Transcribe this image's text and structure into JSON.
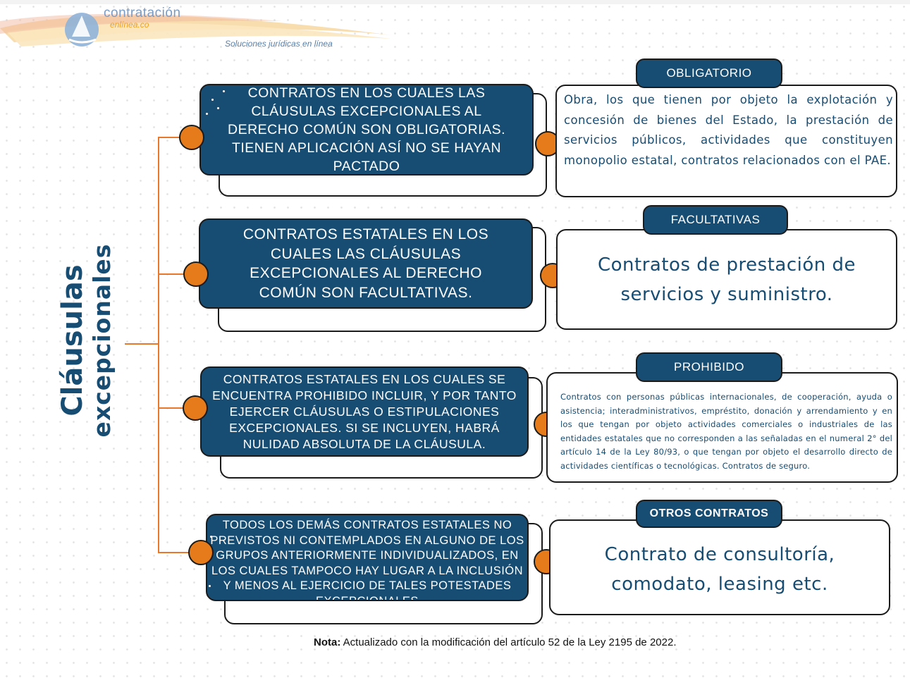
{
  "logo": {
    "name": "contratación",
    "sub": "enlínea.co",
    "tagline": "Soluciones jurídicas en línea"
  },
  "title": {
    "line1": "Cláusulas",
    "line2": "excepcionales"
  },
  "rows": [
    {
      "left_text": "CONTRATOS EN LOS CUALES LAS CLÁUSULAS EXCEPCIONALES AL DERECHO COMÚN SON OBLIGATORIAS. TIENEN APLICACIÓN ASÍ NO SE HAYAN PACTADO",
      "tag": "OBLIGATORIO",
      "right_text": "Obra, los que tienen por objeto la explotación y concesión de bienes del Estado, la prestación de servicios públicos, actividades que constituyen monopolio estatal, contratos relacionados con el PAE."
    },
    {
      "left_text": "CONTRATOS ESTATALES EN LOS CUALES LAS CLÁUSULAS EXCEPCIONALES AL DERECHO COMÚN SON FACULTATIVAS.",
      "tag": "FACULTATIVAS",
      "right_text": "Contratos de prestación de servicios y suministro."
    },
    {
      "left_text": "CONTRATOS ESTATALES EN LOS CUALES SE ENCUENTRA PROHIBIDO INCLUIR, Y POR TANTO EJERCER CLÁUSULAS O ESTIPULACIONES EXCEPCIONALES. SI SE INCLUYEN, HABRÁ NULIDAD ABSOLUTA DE LA CLÁUSULA.",
      "tag": "PROHIBIDO",
      "right_text": "Contratos con personas públicas internacionales, de cooperación, ayuda o asistencia; interadministrativos, empréstito, donación y arrendamiento y en los que tengan por objeto actividades comerciales o industriales de las entidades estatales que no corresponden a las señaladas en el numeral 2° del artículo 14 de la Ley 80/93, o que tengan por objeto el desarrollo directo de actividades científicas o tecnológicas. Contratos de seguro."
    },
    {
      "left_text": "TODOS LOS DEMÁS CONTRATOS ESTATALES NO PREVISTOS NI CONTEMPLADOS EN ALGUNO DE LOS GRUPOS ANTERIORMENTE INDIVIDUALIZADOS, EN LOS CUALES TAMPOCO HAY LUGAR A LA INCLUSIÓN Y MENOS AL EJERCICIO DE TALES POTESTADES EXCEPCIONALES",
      "tag": "OTROS CONTRATOS",
      "right_text": "Contrato de consultoría, comodato, leasing etc."
    }
  ],
  "note": {
    "label": "Nota:",
    "text": " Actualizado con la modificación del artículo 52 de la Ley 2195 de 2022."
  },
  "colors": {
    "navy": "#174c73",
    "orange": "#e57b1a",
    "connector": "#e8792c"
  }
}
